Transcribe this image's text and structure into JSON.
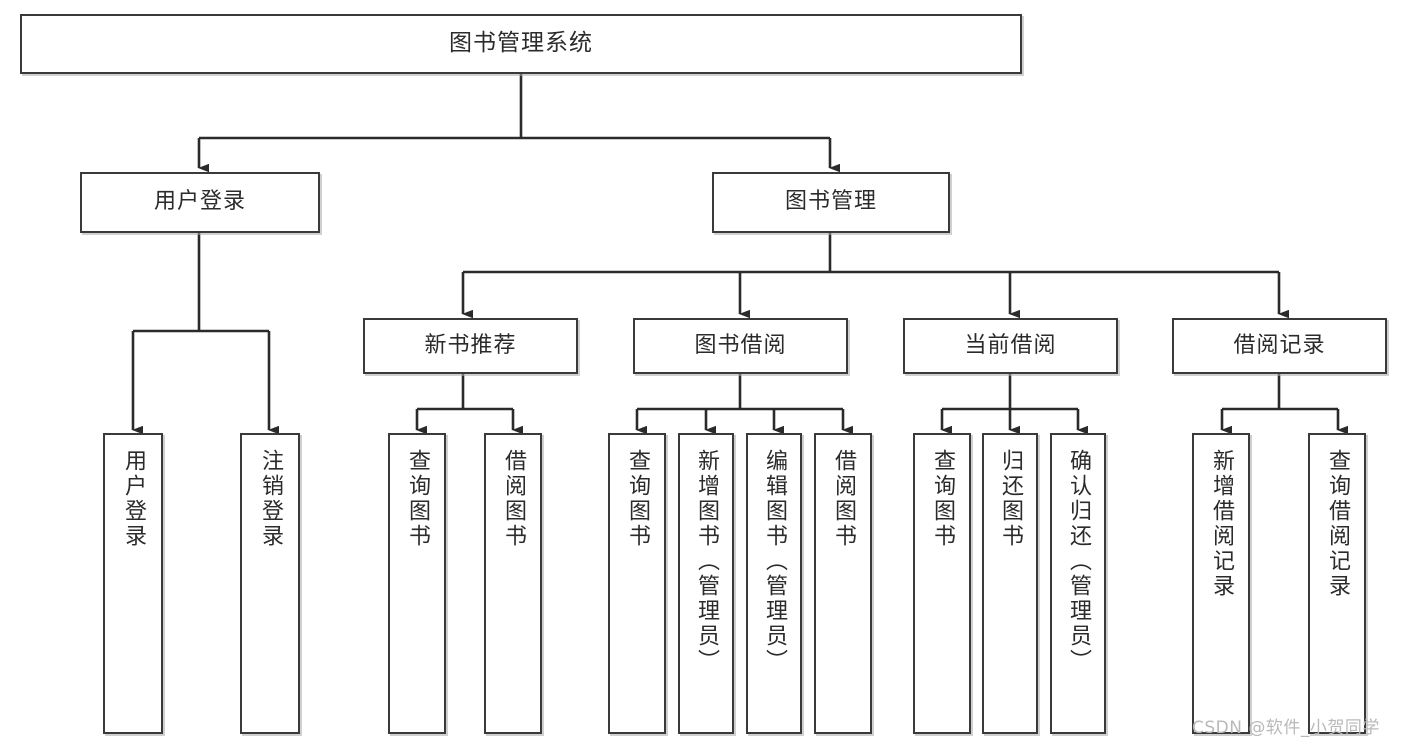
{
  "diagram": {
    "title": "图书管理系统",
    "type": "tree-hierarchy-flowchart",
    "colors": {
      "box_border": "#3a3a3a",
      "box_fill": "#ffffff",
      "connector": "#2b2b2b",
      "text": "#2b2b2b",
      "watermark": "#b9b9b9",
      "background": "#ffffff"
    },
    "levels": {
      "root": "图书管理系统",
      "level2": [
        "用户登录",
        "图书管理"
      ],
      "level3": [
        "新书推荐",
        "图书借阅",
        "当前借阅",
        "借阅记录"
      ]
    }
  },
  "nodes": {
    "root": {
      "label": "图书管理系统"
    },
    "user_login": {
      "label": "用户登录"
    },
    "book_manage": {
      "label": "图书管理"
    },
    "new_book_rec": {
      "label": "新书推荐"
    },
    "book_borrow": {
      "label": "图书借阅"
    },
    "current_borrow": {
      "label": "当前借阅"
    },
    "borrow_record": {
      "label": "借阅记录"
    }
  },
  "leaves": {
    "user_login_children": [
      {
        "label": "用户登录"
      },
      {
        "label": "注销登录"
      }
    ],
    "new_book_rec_children": [
      {
        "label": "查询图书"
      },
      {
        "label": "借阅图书"
      }
    ],
    "book_borrow_children": [
      {
        "label": "查询图书"
      },
      {
        "label": "新增图书（管理员）"
      },
      {
        "label": "编辑图书（管理员）"
      },
      {
        "label": "借阅图书"
      }
    ],
    "current_borrow_children": [
      {
        "label": "查询图书"
      },
      {
        "label": "归还图书"
      },
      {
        "label": "确认归还（管理员）"
      }
    ],
    "borrow_record_children": [
      {
        "label": "新增借阅记录"
      },
      {
        "label": "查询借阅记录"
      }
    ]
  },
  "watermark": {
    "text": "CSDN @软件_小贺同学"
  }
}
